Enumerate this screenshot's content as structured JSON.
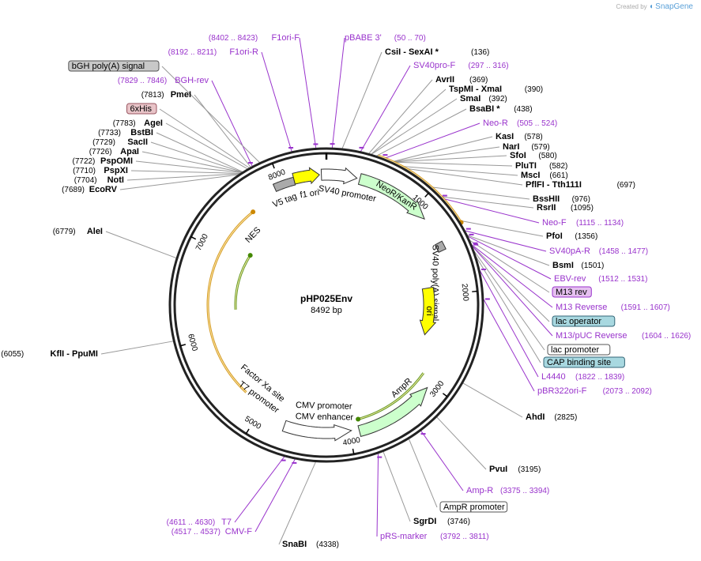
{
  "credit": {
    "prefix": "Created by",
    "brand": "SnapGene"
  },
  "plasmid": {
    "name": "pHP025Env",
    "size_label": "8492 bp",
    "length": 8492
  },
  "colors": {
    "primer": "#9933cc",
    "site_line": "#999999",
    "arrow_orange": "#cc8800",
    "arrow_green": "#448800"
  },
  "ticks": [
    {
      "bp": 1000,
      "label": "1000"
    },
    {
      "bp": 2000,
      "label": "2000"
    },
    {
      "bp": 3000,
      "label": "3000"
    },
    {
      "bp": 4000,
      "label": "4000"
    },
    {
      "bp": 5000,
      "label": "5000"
    },
    {
      "bp": 6000,
      "label": "6000"
    },
    {
      "bp": 7000,
      "label": "7000"
    },
    {
      "bp": 8000,
      "label": "8000"
    }
  ],
  "sites_right": [
    {
      "kind": "site",
      "bp": 136,
      "name": "CsiI  - SexAI *",
      "pos": "(136)"
    },
    {
      "kind": "primer",
      "bp": 297,
      "name": "SV40pro-F",
      "pos": "(297 .. 316)"
    },
    {
      "kind": "site",
      "bp": 369,
      "name": "AvrII",
      "pos": "(369)"
    },
    {
      "kind": "site",
      "bp": 390,
      "name": "TspMI  - XmaI",
      "pos": "(390)"
    },
    {
      "kind": "site",
      "bp": 392,
      "name": "SmaI",
      "pos": "(392)"
    },
    {
      "kind": "site",
      "bp": 438,
      "name": "BsaBI *",
      "pos": "(438)"
    },
    {
      "kind": "primer",
      "bp": 505,
      "name": "Neo-R",
      "pos": "(505 .. 524)"
    },
    {
      "kind": "site",
      "bp": 578,
      "name": "KasI",
      "pos": "(578)"
    },
    {
      "kind": "site",
      "bp": 579,
      "name": "NarI",
      "pos": "(579)"
    },
    {
      "kind": "site",
      "bp": 580,
      "name": "SfoI",
      "pos": "(580)"
    },
    {
      "kind": "site",
      "bp": 582,
      "name": "PluTI",
      "pos": "(582)"
    },
    {
      "kind": "site",
      "bp": 661,
      "name": "MscI",
      "pos": "(661)"
    },
    {
      "kind": "site",
      "bp": 697,
      "name": "PflFI  - Tth111I",
      "pos": "(697)"
    },
    {
      "kind": "site",
      "bp": 976,
      "name": "BssHII",
      "pos": "(976)"
    },
    {
      "kind": "site",
      "bp": 1095,
      "name": "RsrII",
      "pos": "(1095)"
    },
    {
      "kind": "primer",
      "bp": 1115,
      "name": "Neo-F",
      "pos": "(1115 .. 1134)"
    },
    {
      "kind": "site",
      "bp": 1356,
      "name": "PfoI",
      "pos": "(1356)"
    },
    {
      "kind": "primer",
      "bp": 1458,
      "name": "SV40pA-R",
      "pos": "(1458 .. 1477)"
    },
    {
      "kind": "site",
      "bp": 1501,
      "name": "BsmI",
      "pos": "(1501)"
    },
    {
      "kind": "primer",
      "bp": 1512,
      "name": "EBV-rev",
      "pos": "(1512 .. 1531)"
    },
    {
      "kind": "box",
      "bp": 1550,
      "name": "M13 rev",
      "fill": "#e5c0f0",
      "stroke": "#9933cc"
    },
    {
      "kind": "primer",
      "bp": 1591,
      "name": "M13 Reverse",
      "pos": "(1591 .. 1607)"
    },
    {
      "kind": "box",
      "bp": 1600,
      "name": "lac operator",
      "fill": "#a8d8e0",
      "stroke": "#336677"
    },
    {
      "kind": "primer",
      "bp": 1604,
      "name": "M13/pUC Reverse",
      "pos": "(1604 .. 1626)"
    },
    {
      "kind": "box",
      "bp": 1650,
      "name": "lac promoter",
      "fill": "#ffffff",
      "stroke": "#555555"
    },
    {
      "kind": "box",
      "bp": 1700,
      "name": "CAP binding site",
      "fill": "#a8d8e0",
      "stroke": "#336677"
    },
    {
      "kind": "primer",
      "bp": 1822,
      "name": "L4440",
      "pos": "(1822 .. 1839)"
    },
    {
      "kind": "primer",
      "bp": 2073,
      "name": "pBR322ori-F",
      "pos": "(2073 .. 2092)"
    },
    {
      "kind": "site",
      "bp": 2825,
      "name": "AhdI",
      "pos": "(2825)"
    },
    {
      "kind": "site",
      "bp": 3195,
      "name": "PvuI",
      "pos": "(3195)"
    },
    {
      "kind": "primer",
      "bp": 3375,
      "name": "Amp-R",
      "pos": "(3375 .. 3394)"
    },
    {
      "kind": "box",
      "bp": 3500,
      "name": "AmpR promoter",
      "fill": "#ffffff",
      "stroke": "#555555"
    },
    {
      "kind": "site",
      "bp": 3746,
      "name": "SgrDI",
      "pos": "(3746)"
    },
    {
      "kind": "primer",
      "bp": 3792,
      "name": "pRS-marker",
      "pos": "(3792 .. 3811)"
    },
    {
      "kind": "site",
      "bp": 4338,
      "name": "SnaBI",
      "pos": "(4338)"
    }
  ],
  "sites_left": [
    {
      "kind": "primer",
      "bp": 4611,
      "name": "T7",
      "pos": "(4611 .. 4630)"
    },
    {
      "kind": "primer",
      "bp": 4517,
      "name": "CMV-F",
      "pos": "(4517 .. 4537)"
    },
    {
      "kind": "site",
      "bp": 6055,
      "name": "KflI  - PpuMI",
      "pos": "(6055)"
    },
    {
      "kind": "site",
      "bp": 6779,
      "name": "AleI",
      "pos": "(6779)"
    },
    {
      "kind": "site",
      "bp": 7689,
      "name": "EcoRV",
      "pos": "(7689)"
    },
    {
      "kind": "site",
      "bp": 7704,
      "name": "NotI",
      "pos": "(7704)"
    },
    {
      "kind": "site",
      "bp": 7710,
      "name": "PspXI",
      "pos": "(7710)"
    },
    {
      "kind": "site",
      "bp": 7722,
      "name": "PspOMI",
      "pos": "(7722)"
    },
    {
      "kind": "site",
      "bp": 7726,
      "name": "ApaI",
      "pos": "(7726)"
    },
    {
      "kind": "site",
      "bp": 7729,
      "name": "SacII",
      "pos": "(7729)"
    },
    {
      "kind": "site",
      "bp": 7733,
      "name": "BstBI",
      "pos": "(7733)"
    },
    {
      "kind": "site",
      "bp": 7783,
      "name": "AgeI",
      "pos": "(7783)"
    },
    {
      "kind": "box",
      "bp": 7800,
      "name": "6xHis",
      "fill": "#e8c4c8",
      "stroke": "#995560"
    },
    {
      "kind": "site",
      "bp": 7813,
      "name": "PmeI",
      "pos": "(7813)"
    },
    {
      "kind": "primer",
      "bp": 7829,
      "name": "BGH-rev",
      "pos": "(7829 .. 7846)"
    },
    {
      "kind": "box",
      "bp": 7900,
      "name": "bGH poly(A) signal",
      "fill": "#c8c8c8",
      "stroke": "#555555"
    },
    {
      "kind": "primer",
      "bp": 8192,
      "name": "F1ori-R",
      "pos": "(8192 .. 8211)"
    },
    {
      "kind": "primer",
      "bp": 8402,
      "name": "F1ori-F",
      "pos": "(8402 .. 8423)"
    },
    {
      "kind": "primer",
      "bp": 50,
      "name": "pBABE 3'",
      "pos": "(50 .. 70)"
    }
  ],
  "features": [
    {
      "kind": "block",
      "start": 7930,
      "end": 8150,
      "r": 162,
      "fill": "#aaaaaa",
      "label": "V5 tag",
      "label_bp": 7980,
      "label_r": 142
    },
    {
      "kind": "arrow",
      "start": 8150,
      "end": 8420,
      "r": 165,
      "fill": "#ffff00",
      "label": "f1 ori",
      "label_bp": 8290,
      "label_r": 142
    },
    {
      "kind": "arrow",
      "start": 8440,
      "end": 320,
      "r": 165,
      "fill": "#ffffff",
      "label": "SV40 promoter",
      "label_bp": 250,
      "label_r": 143
    },
    {
      "kind": "arrow",
      "start": 350,
      "end": 1150,
      "r": 165,
      "fill": "#ccffcc",
      "label": "NeoR/KanR",
      "label_bp": 770,
      "label_r": 164
    },
    {
      "kind": "block",
      "start": 1440,
      "end": 1530,
      "r": 162,
      "fill": "#aaaaaa",
      "label": "SV40 poly(A) signal",
      "label_bp": 1850,
      "label_r": 140
    },
    {
      "kind": "arrow",
      "start": 1900,
      "end": 2520,
      "r": 130,
      "fill": "#ffff00",
      "label": "ori",
      "label_bp": 2200,
      "label_r": 130
    },
    {
      "kind": "arrow",
      "start": 3900,
      "end": 3050,
      "r": 165,
      "fill": "#ccffcc",
      "label": "AmpR",
      "label_bp": 3250,
      "label_r": 142
    },
    {
      "kind": "arrow",
      "start": 4700,
      "end": 3980,
      "r": 162,
      "fill": "#ffffff",
      "label": "CMV enhancer",
      "label_bp": 4270,
      "label_r": 142
    },
    {
      "kind": "label",
      "start": 4230,
      "end": 4230,
      "r": 0,
      "fill": "#ffffff",
      "label": "CMV promoter",
      "label_bp": 4280,
      "label_r": 128
    },
    {
      "kind": "label",
      "start": 5150,
      "end": 5150,
      "r": 0,
      "fill": "#ffffff",
      "label": "T7 promoter",
      "label_bp": 5100,
      "label_r": 145
    },
    {
      "kind": "label",
      "start": 5170,
      "end": 5170,
      "r": 0,
      "fill": "#ffffff",
      "label": "Factor Xa site",
      "label_bp": 5170,
      "label_r": 128
    },
    {
      "kind": "label",
      "start": 7390,
      "end": 7390,
      "r": 0,
      "fill": "#ffffff",
      "label": "NES",
      "label_bp": 7400,
      "label_r": 128
    }
  ],
  "outer_arrows": [
    {
      "start": 450,
      "end": 1380,
      "r": 200,
      "color": "#cc8800"
    },
    {
      "start": 2950,
      "end": 3880,
      "r": 150,
      "color": "#448800"
    },
    {
      "start": 5250,
      "end": 7590,
      "r": 150,
      "color": "#cc8800"
    },
    {
      "start": 6300,
      "end": 7150,
      "r": 115,
      "color": "#448800"
    }
  ]
}
